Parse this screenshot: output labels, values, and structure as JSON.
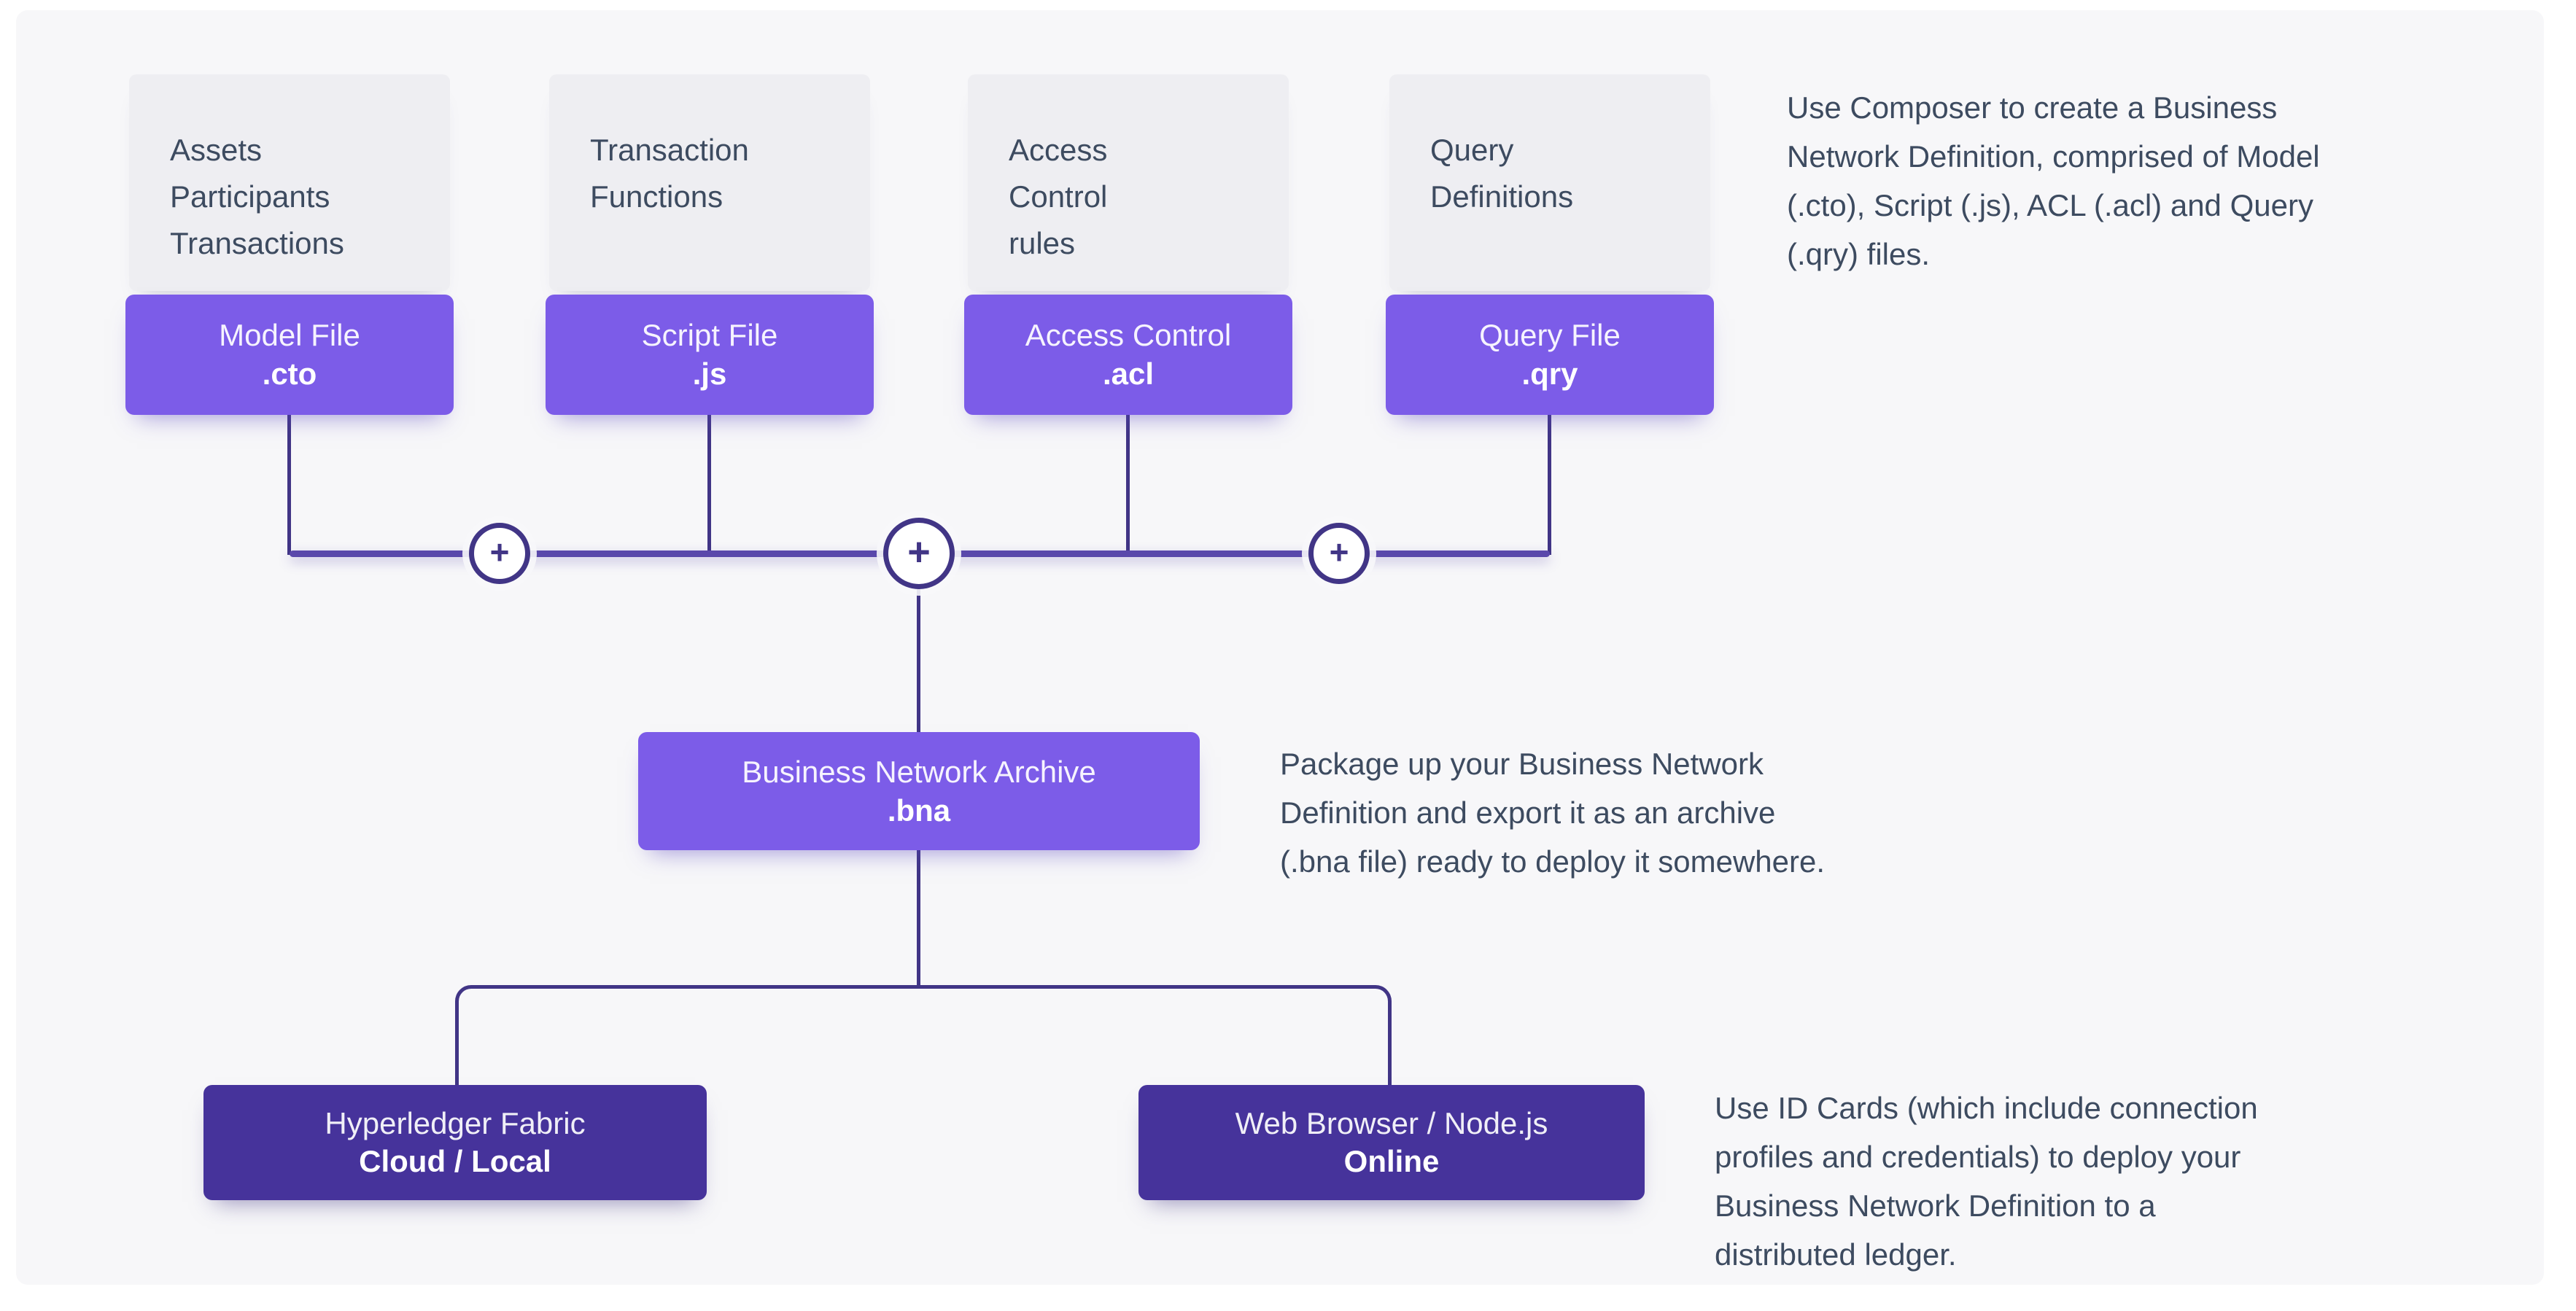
{
  "colors": {
    "panel_bg": "#f7f7f9",
    "card_bg": "#eeeef2",
    "accent": "#7c5ce8",
    "accent_dark": "#46339b",
    "line": "#413586",
    "line_thick": "#5a48ab",
    "text": "#3d4b60"
  },
  "cards": [
    {
      "title": "Assets\nParticipants\nTransactions",
      "file_label": "Model File",
      "file_ext": ".cto"
    },
    {
      "title": "Transaction\nFunctions",
      "file_label": "Script File",
      "file_ext": ".js"
    },
    {
      "title": "Access\nControl\nrules",
      "file_label": "Access Control",
      "file_ext": ".acl"
    },
    {
      "title": "Query\nDefinitions",
      "file_label": "Query File",
      "file_ext": ".qry"
    }
  ],
  "archive": {
    "label": "Business Network Archive",
    "ext": ".bna"
  },
  "deploy_targets": [
    {
      "label": "Hyperledger Fabric",
      "sublabel": "Cloud / Local"
    },
    {
      "label": "Web Browser / Node.js",
      "sublabel": "Online"
    }
  ],
  "annotations": {
    "composer": "Use Composer to create a Business\nNetwork Definition, comprised of Model\n(.cto), Script (.js), ACL (.acl) and Query\n(.qry) files.",
    "package": "Package up your Business Network\nDefinition and export it as an archive\n(.bna file) ready to deploy it somewhere.",
    "deploy": "Use ID Cards (which include connection\nprofiles and credentials) to deploy your\nBusiness Network Definition to a\ndistributed ledger."
  },
  "icons": {
    "plus": "+"
  }
}
